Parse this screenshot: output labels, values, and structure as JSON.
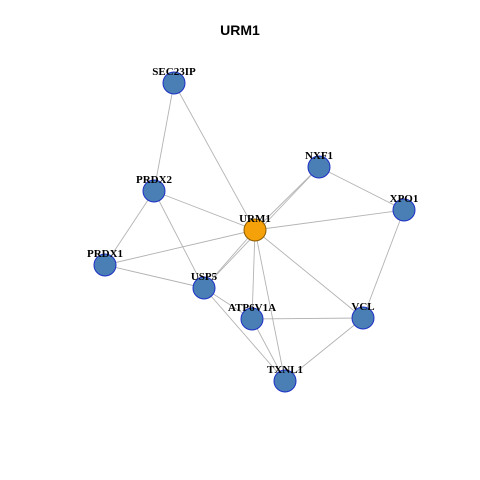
{
  "title": "URM1",
  "colors": {
    "hub_fill": "#f5a10a",
    "hub_stroke": "#8b5a00",
    "node_fill": "#4a7fb5",
    "node_stroke": "#1c2fc6",
    "edge": "#b3b3b3"
  },
  "nodes": [
    {
      "id": "URM1",
      "label": "URM1",
      "hub": true
    },
    {
      "id": "SEC23IP",
      "label": "SEC23IP"
    },
    {
      "id": "PRDX2",
      "label": "PRDX2"
    },
    {
      "id": "NXF1",
      "label": "NXF1"
    },
    {
      "id": "XPO1",
      "label": "XPO1"
    },
    {
      "id": "PRDX1",
      "label": "PRDX1"
    },
    {
      "id": "USP5",
      "label": "USP5"
    },
    {
      "id": "ATP6V1A",
      "label": "ATP6V1A"
    },
    {
      "id": "VCL",
      "label": "VCL"
    },
    {
      "id": "TXNL1",
      "label": "TXNL1"
    }
  ],
  "edges": [
    [
      "SEC23IP",
      "PRDX2"
    ],
    [
      "SEC23IP",
      "URM1"
    ],
    [
      "PRDX2",
      "URM1"
    ],
    [
      "PRDX2",
      "PRDX1"
    ],
    [
      "PRDX2",
      "USP5"
    ],
    [
      "NXF1",
      "URM1"
    ],
    [
      "NXF1",
      "XPO1"
    ],
    [
      "NXF1",
      "USP5"
    ],
    [
      "XPO1",
      "URM1"
    ],
    [
      "XPO1",
      "VCL"
    ],
    [
      "PRDX1",
      "URM1"
    ],
    [
      "PRDX1",
      "USP5"
    ],
    [
      "USP5",
      "URM1"
    ],
    [
      "USP5",
      "ATP6V1A"
    ],
    [
      "USP5",
      "TXNL1"
    ],
    [
      "ATP6V1A",
      "URM1"
    ],
    [
      "ATP6V1A",
      "VCL"
    ],
    [
      "ATP6V1A",
      "TXNL1"
    ],
    [
      "URM1",
      "VCL"
    ],
    [
      "URM1",
      "TXNL1"
    ],
    [
      "VCL",
      "TXNL1"
    ]
  ]
}
